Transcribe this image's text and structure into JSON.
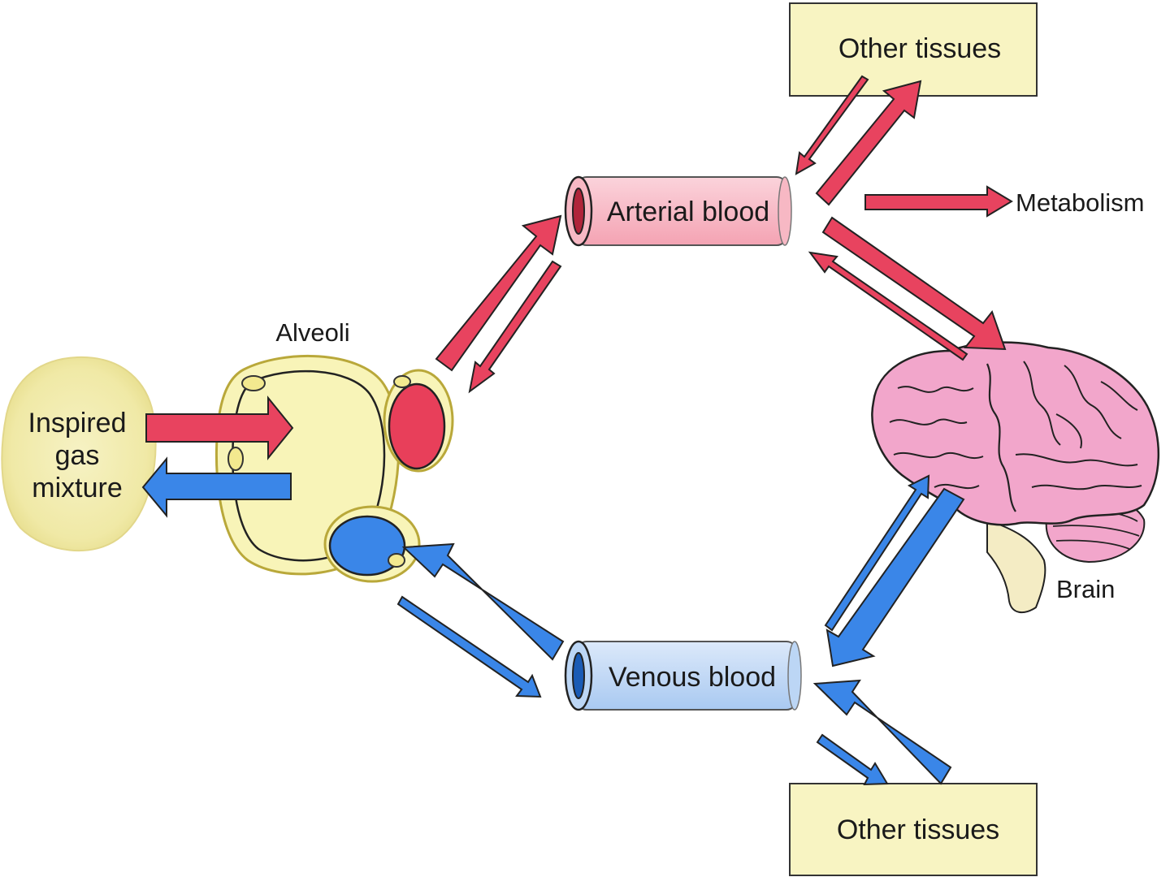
{
  "labels": {
    "inspired_gas_line1": "Inspired",
    "inspired_gas_line2": "gas",
    "inspired_gas_line3": "mixture",
    "alveoli": "Alveoli",
    "arterial_blood": "Arterial blood",
    "venous_blood": "Venous blood",
    "other_tissues_top": "Other tissues",
    "other_tissues_bottom": "Other tissues",
    "metabolism": "Metabolism",
    "brain": "Brain"
  },
  "colors": {
    "red_arrow": "#e8435f",
    "blue_arrow": "#3a86e8",
    "gas_cloud": "#f3eeb0",
    "alveoli_fill": "#f8f4b8",
    "alveoli_stroke": "#c9b94a",
    "tissue_box": "#f8f4c2",
    "arterial_tube": "#f7b8c4",
    "venous_tube": "#bcd6f5",
    "brain": "#f2a6cb",
    "brainstem": "#f4ecc4"
  }
}
